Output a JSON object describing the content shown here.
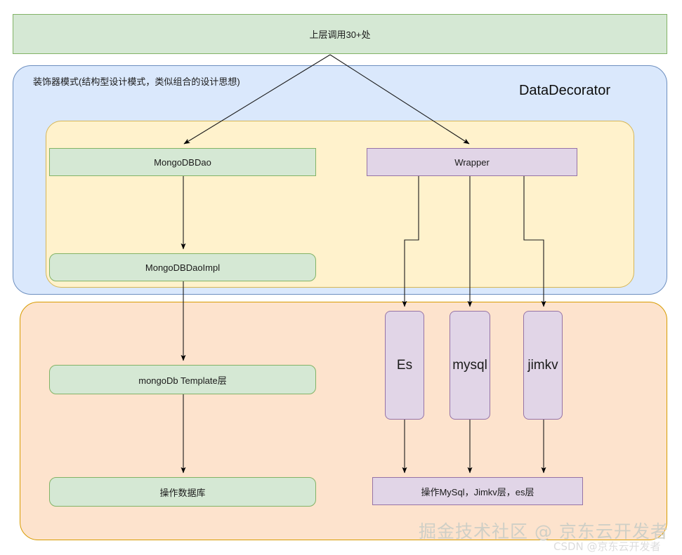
{
  "diagram": {
    "title": "DataDecorator",
    "top_caller": {
      "label": "上层调用30+处"
    },
    "decorator_layer": {
      "caption": "装饰器模式(结构型设计模式，类似组合的设计思想)",
      "title": "DataDecorator"
    },
    "nodes": {
      "mongodb_dao": "MongoDBDao",
      "mongodb_dao_impl": "MongoDBDaoImpl",
      "mongodb_template": "mongoDb Template层",
      "operate_database": "操作数据库",
      "wrapper": "Wrapper",
      "store_es": "Es",
      "store_mysql": "mysql",
      "store_jimkv": "jimkv",
      "operate_stores": "操作MySql，Jimkv层，es层"
    },
    "watermarks": {
      "juejin": "掘金技术社区 @ 京东云开发者",
      "csdn": "CSDN @京东云开发者"
    },
    "colors": {
      "green_fill": "#d5e8d4",
      "green_stroke": "#82b366",
      "blue_fill": "#dae8fc",
      "blue_stroke": "#6c8ebf",
      "yellow_fill": "#fff2cc",
      "yellow_stroke": "#d6b656",
      "orange_fill": "#fde3cd",
      "orange_stroke": "#d79b00",
      "purple_fill": "#e1d5e7",
      "purple_stroke": "#9673a6",
      "edge_stroke": "#000000"
    }
  }
}
